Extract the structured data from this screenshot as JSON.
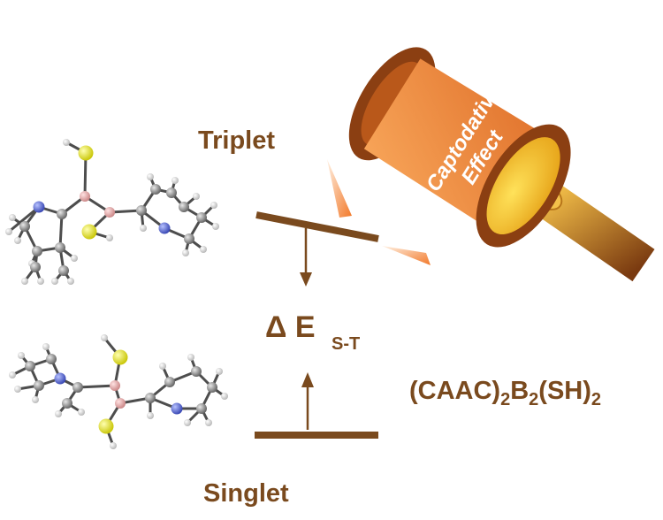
{
  "labels": {
    "triplet": "Triplet",
    "singlet": "Singlet",
    "delta": "Δ E",
    "delta_subscript": "S-T",
    "formula": {
      "p1": "(CAAC)",
      "s1": "2",
      "p2": "B",
      "s2": "2",
      "p3": "(SH)",
      "s3": "2"
    },
    "hammer_line1": "Captodative",
    "hammer_line2": "Effect"
  },
  "colors": {
    "brown": "#7a4a1e",
    "hammer_orange": "#f0873a",
    "hammer_rim": "#8b3f12",
    "hammer_face": "#f6c020",
    "handle": "#d98d1a",
    "atom_c": "#8f8f8f",
    "atom_h": "#ececec",
    "atom_n": "#5d6fd8",
    "atom_b": "#e5a9a9",
    "atom_s": "#e6e62a"
  },
  "icons": {
    "hammer": "gavel-hammer-icon",
    "molecule": "ball-and-stick-molecule"
  }
}
